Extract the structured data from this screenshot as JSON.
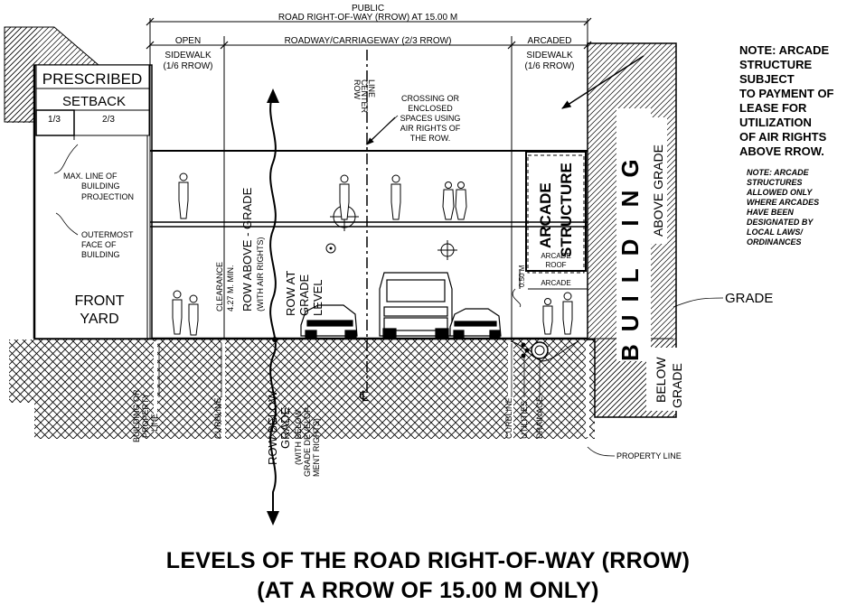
{
  "top": {
    "public": "PUBLIC",
    "rrow": "ROAD RIGHT-OF-WAY (RROW) AT 15.00 M",
    "open": "OPEN",
    "roadway": "ROADWAY/CARRIAGEWAY (2/3 RROW)",
    "arcaded": "ARCADED"
  },
  "sidewalk_left": [
    "SIDEWALK",
    "(1/6 RROW)"
  ],
  "sidewalk_right": [
    "SIDEWALK",
    "(1/6 RROW)"
  ],
  "setback": {
    "prescribed": "PRESCRIBED",
    "setback": "SETBACK",
    "third": "1/3",
    "two_thirds": "2/3"
  },
  "labels": {
    "max_line": [
      "MAX. LINE OF",
      "BUILDING",
      "PROJECTION"
    ],
    "outermost": [
      "OUTERMOST",
      "FACE OF",
      "BUILDING"
    ],
    "front_yard": [
      "FRONT",
      "YARD"
    ],
    "row_center": [
      "ROW",
      "CENTER",
      "LINE"
    ],
    "crossing": [
      "CROSSING OR",
      "ENCLOSED",
      "SPACES USING",
      "AIR RIGHTS OF",
      "THE ROW."
    ],
    "clearance": "CLEARANCE",
    "clearance_value": "4.27 M. MIN.",
    "row_above": "ROW ABOVE - GRADE",
    "with_air": "(WITH AIR RIGHTS)",
    "row_at": [
      "ROW AT",
      "GRADE",
      "LEVEL"
    ],
    "arcade": "ARCADE",
    "structure": "STRUCTURE",
    "arcade_roof": [
      "ARCADE",
      "ROOF"
    ],
    "arcade_small": "ARCADE",
    "dim_050": "0.50 M",
    "building": "BUILDING",
    "above_grade": "ABOVE GRADE",
    "below": "BELOW",
    "grade_word": "GRADE",
    "grade": "GRADE",
    "row_below": "ROW BELOW",
    "row_below2": "GRADE",
    "with_below": [
      "(WITH BELOW",
      "GRADE DEVELOP-",
      "MENT RIGHTS)"
    ],
    "building_or_property": [
      "BUILDING OR",
      "PROPERTY",
      "LINE"
    ],
    "curbline": "CURBLINE",
    "utilities": "UTILITIES",
    "drainage": "DRAINAGE",
    "property_line": "PROPERTY LINE",
    "centerline_symbol": "℄"
  },
  "note": {
    "main": [
      "NOTE: ARCADE",
      "STRUCTURE",
      "SUBJECT",
      "TO PAYMENT OF",
      "LEASE FOR",
      "UTILIZATION",
      "OF AIR RIGHTS",
      "ABOVE RROW."
    ],
    "sub": [
      "NOTE: ARCADE",
      "STRUCTURES",
      "ALLOWED ONLY",
      "WHERE ARCADES",
      "HAVE BEEN",
      "DESIGNATED BY",
      "LOCAL LAWS/",
      "ORDINANCES"
    ]
  },
  "title": {
    "line1": "LEVELS OF THE ROAD RIGHT-OF-WAY (RROW)",
    "line2": "(AT A RROW OF 15.00 M ONLY)"
  }
}
